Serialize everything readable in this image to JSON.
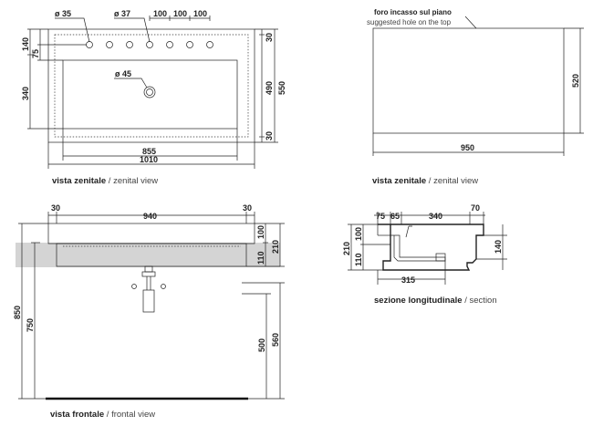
{
  "top_view": {
    "dims": {
      "hole_small": "ø 35",
      "hole_mid": "ø 37",
      "spacing": [
        "100",
        "100",
        "100"
      ],
      "drain": "ø 45",
      "left_140": "140",
      "left_75": "75",
      "left_340": "340",
      "right_30_top": "30",
      "right_490": "490",
      "right_550": "550",
      "right_30_bottom": "30",
      "width_855": "855",
      "width_1010": "1010"
    },
    "caption_bold": "vista zenitale",
    "caption_sep": " / ",
    "caption_normal": "zenital view"
  },
  "cutout_view": {
    "note_line1": "foro incasso sul piano",
    "note_line2": "suggested hole on the top",
    "dims": {
      "width": "950",
      "height": "520"
    },
    "caption_bold": "vista zenitale",
    "caption_sep": " / ",
    "caption_normal": "zenital view"
  },
  "front_view": {
    "dims": {
      "top_30_left": "30",
      "top_940": "940",
      "top_30_right": "30",
      "r_100": "100",
      "r_210": "210",
      "r_110": "110",
      "h_850": "850",
      "h_750": "750",
      "h_500": "500",
      "h_560": "560"
    },
    "caption_bold": "vista frontale",
    "caption_sep": " / ",
    "caption_normal": "frontal view"
  },
  "section_view": {
    "dims": {
      "t_75": "75",
      "t_65": "65",
      "t_340": "340",
      "t_70": "70",
      "l_210": "210",
      "l_100": "100",
      "l_110": "110",
      "r_140": "140",
      "b_315": "315"
    },
    "caption_bold": "sezione longitudinale",
    "caption_sep": " / ",
    "caption_normal": "section"
  },
  "colors": {
    "line": "#222222",
    "counter": "#d4d4d4",
    "floor": "#111111"
  }
}
